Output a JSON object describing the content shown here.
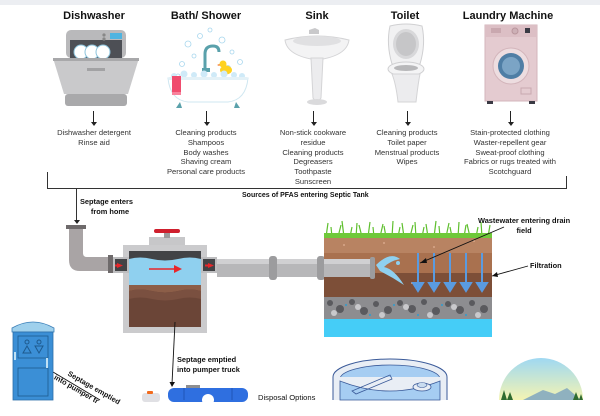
{
  "diagram_title": "Sources of PFAS entering Septic Tank",
  "sources": [
    {
      "title": "Dishwasher",
      "icon": "dishwasher-icon",
      "items": [
        "Dishwasher detergent",
        "Rinse aid"
      ]
    },
    {
      "title": "Bath/ Shower",
      "icon": "bathtub-icon",
      "items": [
        "Cleaning products",
        "Shampoos",
        "Body washes",
        "Shaving cream",
        "Personal care products"
      ]
    },
    {
      "title": "Sink",
      "icon": "sink-icon",
      "items": [
        "Non-stick cookware",
        "residue",
        "Cleaning products",
        "Degreasers",
        "Toothpaste",
        "Sunscreen"
      ]
    },
    {
      "title": "Toilet",
      "icon": "toilet-icon",
      "items": [
        "Cleaning products",
        "Toilet paper",
        "Menstrual products",
        "Wipes"
      ]
    },
    {
      "title": "Laundry Machine",
      "icon": "washing-machine-icon",
      "items": [
        "Stain-protected clothing",
        "Waster-repellent gear",
        "Sweat-proof clothing",
        "Fabrics or rugs treated with",
        "Scotchguard"
      ]
    }
  ],
  "labels": {
    "septage_enters": [
      "Septage enters",
      "from home"
    ],
    "wastewater_drain_field": [
      "Wastewater entering drain",
      "field"
    ],
    "filtration": "Filtration",
    "septage_pumper": [
      "Septage emptied",
      "into pumper truck"
    ],
    "septage_pumper_diag": [
      "Septage emptied",
      "into pumper tr"
    ],
    "disposal_options": "Disposal Options"
  },
  "colors": {
    "water": "#8fd0ef",
    "flow_arrow": "#e8262a",
    "sludge": "#6b4537",
    "soil": "#b07a5a",
    "grass": "#5fbf2e",
    "groundwater": "#45cdf7",
    "filtration_arrow": "#5a9be0",
    "porta_potty": "#3b8fd6",
    "truck_tank": "#2f6fe0"
  }
}
